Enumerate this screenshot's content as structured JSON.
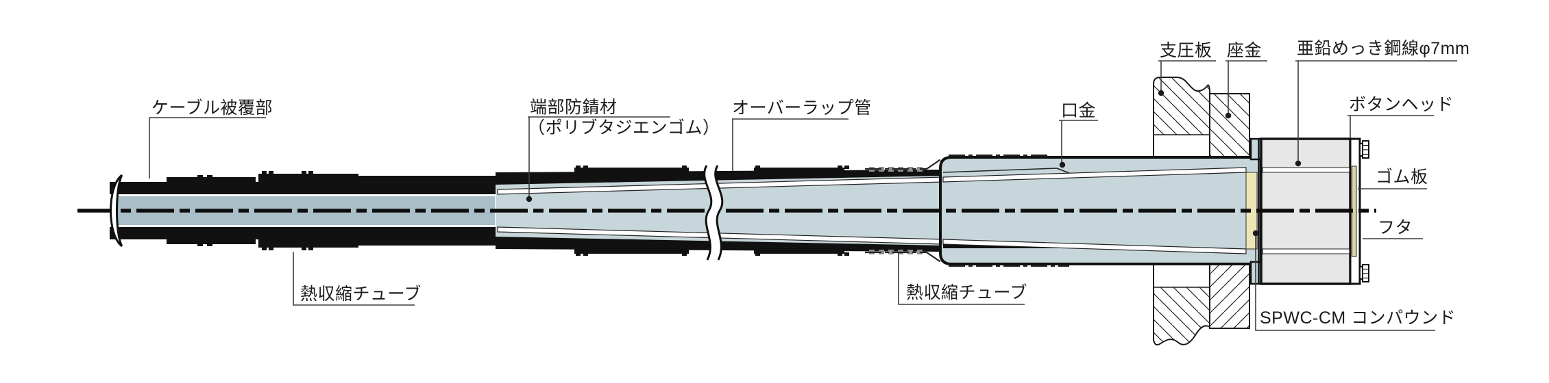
{
  "diagram": {
    "type": "cable-anchorage-cross-section",
    "labels": {
      "cable_sheath": "ケーブル被覆部",
      "heat_shrink_left": "熱収縮チューブ",
      "end_anticorrosive_line1": "端部防錆材",
      "end_anticorrosive_line2": "（ポリブタジエンゴム）",
      "overlap_pipe": "オーバーラップ管",
      "heat_shrink_mid": "熱収縮チューブ",
      "socket": "口金",
      "bearing_plate": "支圧板",
      "washer": "座金",
      "galvanized_wire": "亜鉛めっき鋼線φ7mm",
      "button_head": "ボタンヘッド",
      "rubber_plate": "ゴム板",
      "lid": "フタ",
      "compound": "SPWC-CM コンパウンド"
    },
    "colors": {
      "line": "#1a1a1a",
      "cable_core_blue": "#a9bec6",
      "pipe_light_blue": "#c7d6da",
      "compound_yellow": "#ece5b5",
      "rubber_plate_yellow": "#d9d4a4",
      "anchor_head_gray": "#e7e7e7",
      "background": "#ffffff"
    }
  }
}
